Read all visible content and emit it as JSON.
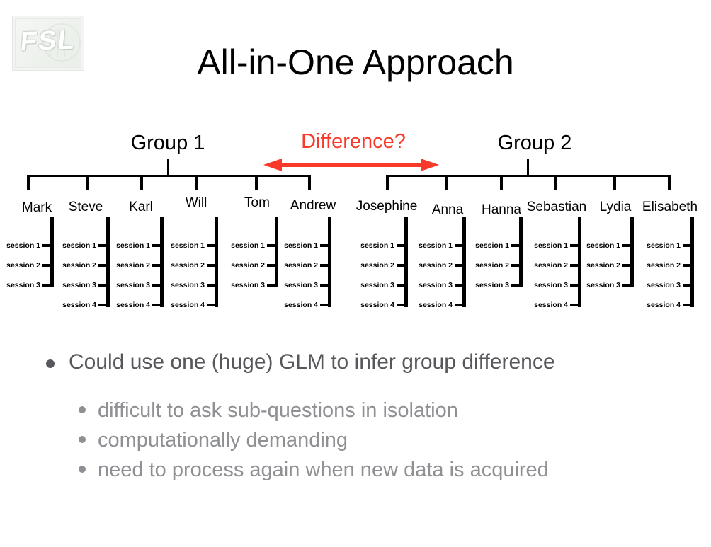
{
  "logo": {
    "text": "FSL"
  },
  "title": "All-in-One Approach",
  "diagram": {
    "difference_label": "Difference?",
    "group1": {
      "label": "Group 1",
      "members": [
        {
          "name": "Mark",
          "sessions": [
            "session 1",
            "session 2",
            "session 3"
          ]
        },
        {
          "name": "Steve",
          "sessions": [
            "session 1",
            "session 2",
            "session 3",
            "session 4"
          ]
        },
        {
          "name": "Karl",
          "sessions": [
            "session 1",
            "session 2",
            "session 3",
            "session 4"
          ]
        },
        {
          "name": "Will",
          "sessions": [
            "session 1",
            "session 2",
            "session 3",
            "session 4"
          ]
        },
        {
          "name": "Tom",
          "sessions": [
            "session 1",
            "session 2",
            "session 3"
          ]
        },
        {
          "name": "Andrew",
          "sessions": [
            "session 1",
            "session 2",
            "session 3",
            "session 4"
          ]
        }
      ]
    },
    "group2": {
      "label": "Group 2",
      "members": [
        {
          "name": "Josephine",
          "sessions": [
            "session 1",
            "session 2",
            "session 3",
            "session 4"
          ]
        },
        {
          "name": "Anna",
          "sessions": [
            "session 1",
            "session 2",
            "session 3",
            "session 4"
          ]
        },
        {
          "name": "Hanna",
          "sessions": [
            "session 1",
            "session 2",
            "session 3"
          ]
        },
        {
          "name": "Sebastian",
          "sessions": [
            "session 1",
            "session 2",
            "session 3",
            "session 4"
          ]
        },
        {
          "name": "Lydia",
          "sessions": [
            "session 1",
            "session 2",
            "session 3"
          ]
        },
        {
          "name": "Elisabeth",
          "sessions": [
            "session 1",
            "session 2",
            "session 3",
            "session 4"
          ]
        }
      ]
    }
  },
  "bullets": {
    "main": "Could use one (huge) GLM to infer group difference",
    "sub": [
      "difficult to ask sub-questions in isolation",
      "computationally demanding",
      "need to process again when new data is acquired"
    ]
  },
  "colors": {
    "accent_red": "#f93a2b",
    "line_black": "#000000",
    "main_bullet_gray": "#57585c",
    "sub_bullet_gray": "#8e9093"
  }
}
